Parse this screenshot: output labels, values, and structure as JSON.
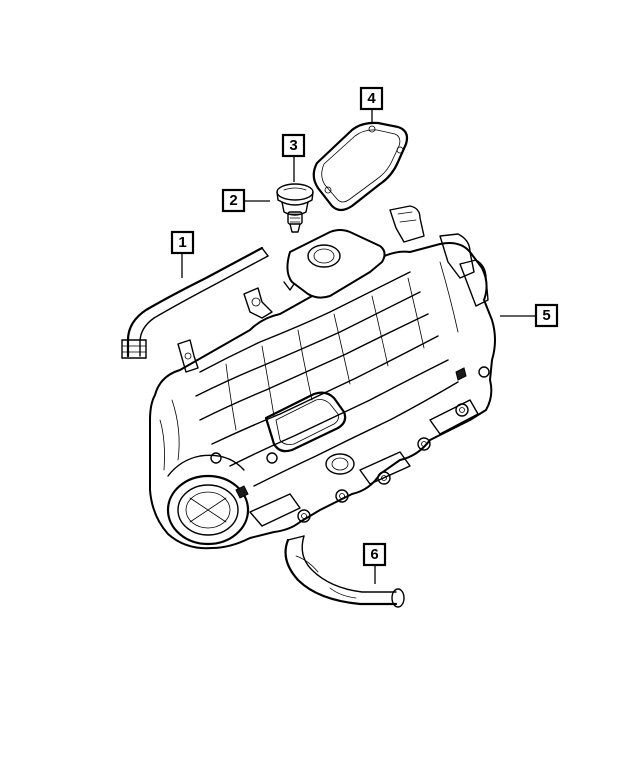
{
  "callouts": [
    {
      "id": "1",
      "label": "1",
      "part": "hose"
    },
    {
      "id": "2",
      "label": "2",
      "part": "pcv-valve"
    },
    {
      "id": "3",
      "label": "3",
      "part": "cap"
    },
    {
      "id": "4",
      "label": "4",
      "part": "gasket"
    },
    {
      "id": "5",
      "label": "5",
      "part": "intake-manifold"
    },
    {
      "id": "6",
      "label": "6",
      "part": "hose"
    }
  ],
  "colors": {
    "line": "#000000",
    "background": "#ffffff"
  }
}
